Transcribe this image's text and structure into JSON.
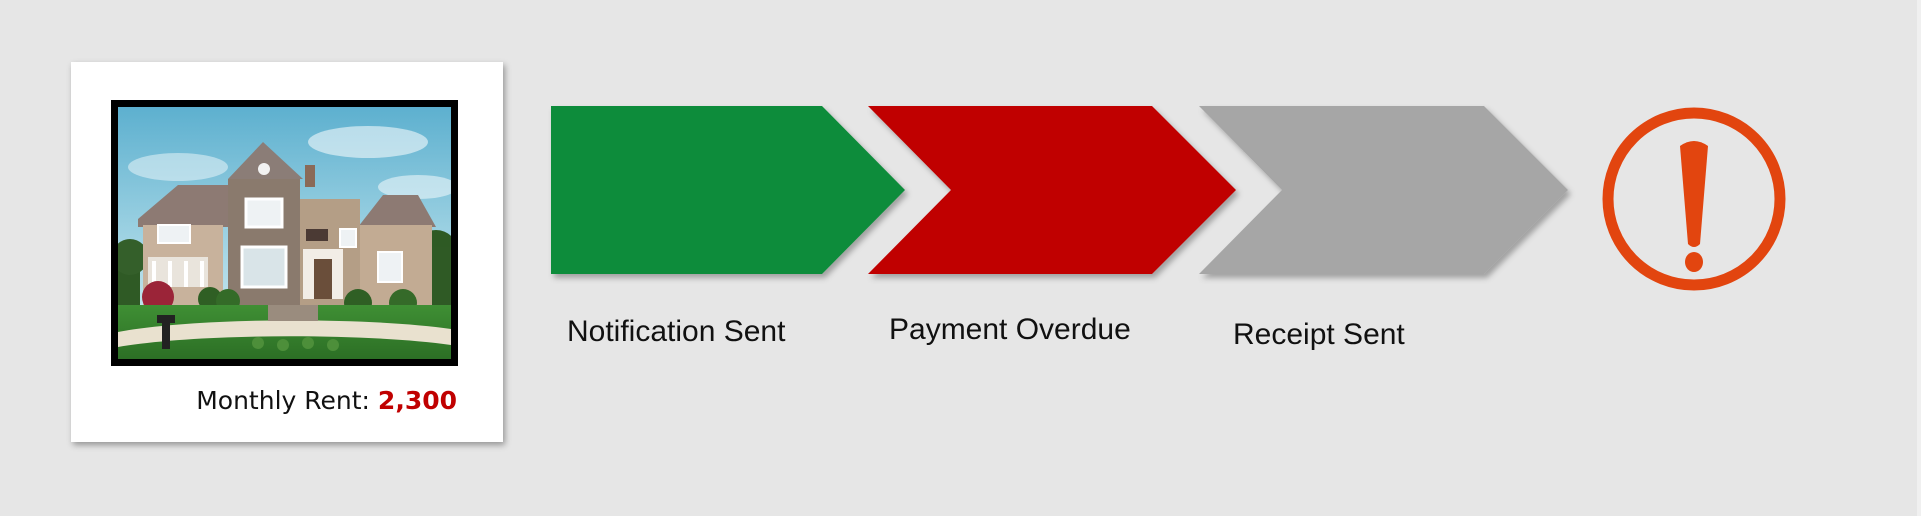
{
  "property": {
    "rent_label": "Monthly Rent: ",
    "rent_value": "2,300"
  },
  "steps": [
    {
      "label": "Notification Sent",
      "color": "#0f8c3a"
    },
    {
      "label": "Payment Overdue",
      "color": "#c00000"
    },
    {
      "label": "Receipt Sent",
      "color": "#a6a6a6"
    }
  ],
  "alert": {
    "icon": "exclamation-circle-icon",
    "color": "#e2450f"
  },
  "colors": {
    "background": "#e6e6e6",
    "rent_value": "#c00000"
  }
}
